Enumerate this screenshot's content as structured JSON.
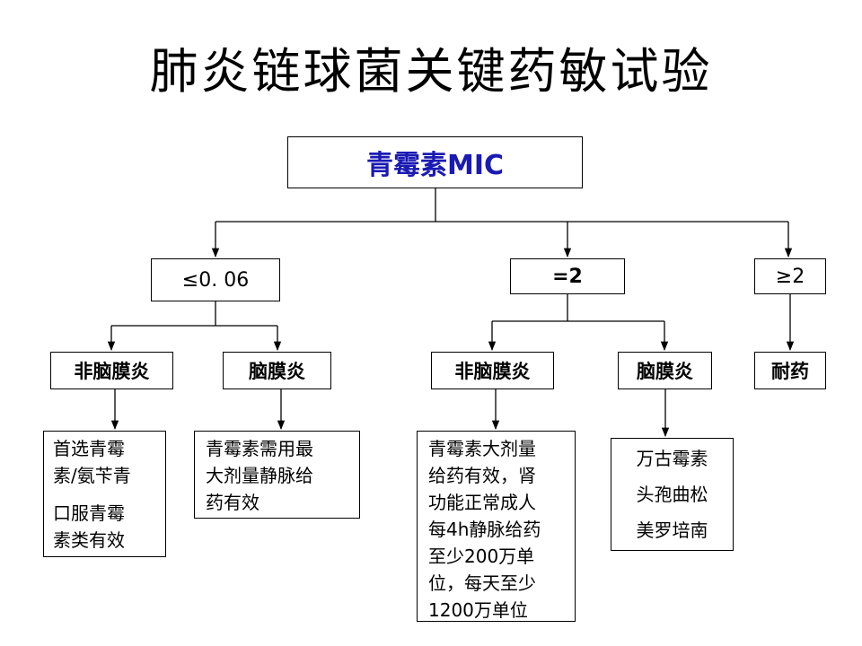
{
  "title": "肺炎链球菌关键药敏试验",
  "root": "青霉素MIC",
  "level1": {
    "le": "≤0. 06",
    "eq": "=2",
    "ge": "≥2"
  },
  "level2": {
    "le_non_meningitis": "非脑膜炎",
    "le_meningitis": "脑膜炎",
    "eq_non_meningitis": "非脑膜炎",
    "eq_meningitis": "脑膜炎",
    "ge_resistant": "耐药"
  },
  "leaves": {
    "le_non_meningitis": [
      "首选青霉",
      "素/氨苄青",
      "口服青霉",
      "素类有效"
    ],
    "le_meningitis": [
      "青霉素需用最",
      "大剂量静脉给",
      "药有效"
    ],
    "eq_non_meningitis": [
      "青霉素大剂量",
      "给药有效，肾",
      "功能正常成人",
      "每4h静脉给药",
      "至少200万单",
      "位，每天至少",
      "1200万单位"
    ],
    "eq_meningitis": [
      "万古霉素",
      "头孢曲松",
      "美罗培南"
    ]
  }
}
